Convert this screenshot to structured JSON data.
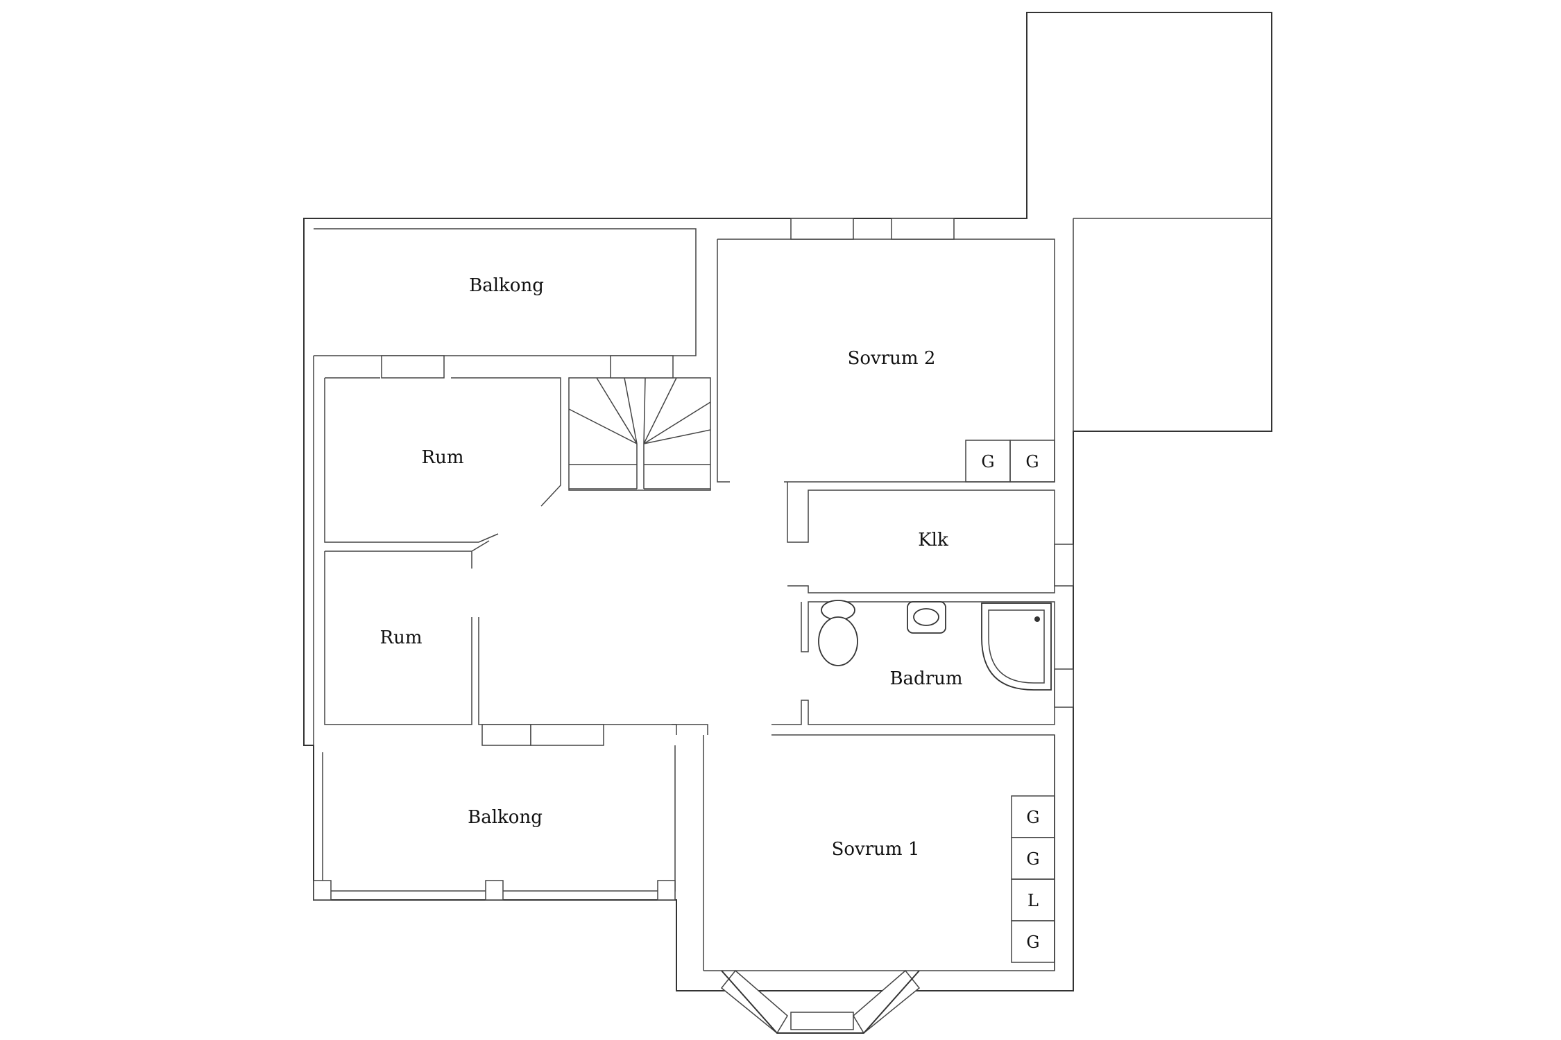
{
  "rooms": {
    "balkong_top": "Balkong",
    "sovrum2": "Sovrum 2",
    "rum_upper": "Rum",
    "rum_lower": "Rum",
    "klk": "Klk",
    "badrum": "Badrum",
    "balkong_bottom": "Balkong",
    "sovrum1": "Sovrum 1"
  },
  "closets": {
    "sovrum2": [
      "G",
      "G"
    ],
    "sovrum1": [
      "G",
      "G",
      "L",
      "G"
    ]
  },
  "colors": {
    "wall": "#333333",
    "background": "#ffffff"
  }
}
